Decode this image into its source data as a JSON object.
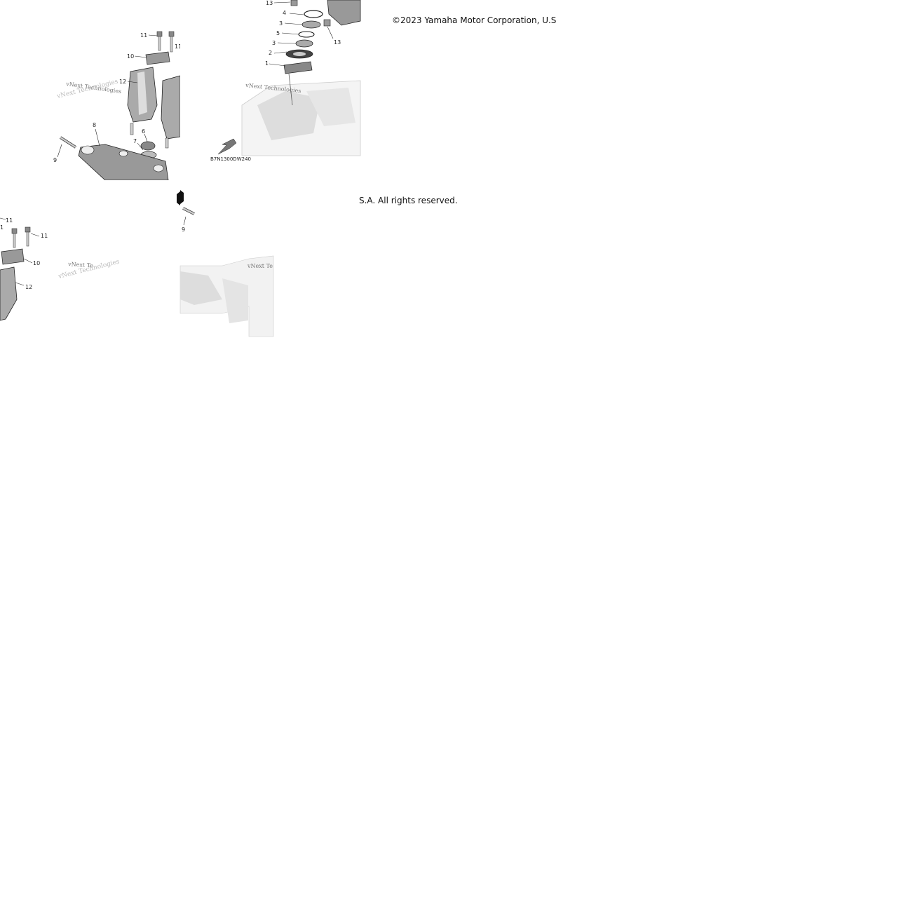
{
  "copyright": {
    "part1": "©2023 Yamaha Motor Corporation, U.S",
    "part2": "S.A. All rights reserved."
  },
  "diagram": {
    "drawing_code": "B7N1300DW240",
    "watermark": "vNext Technologies",
    "watermark_partial": "vNext Te",
    "callouts_left": [
      "11",
      "11",
      "10",
      "12",
      "8",
      "6",
      "7",
      "9"
    ],
    "callouts_right": [
      "13",
      "4",
      "3",
      "5",
      "3",
      "2",
      "1",
      "13"
    ],
    "callouts_bottom_left": [
      "11",
      "1",
      "11",
      "10",
      "12"
    ],
    "callouts_bottom_mid": [
      "9"
    ]
  }
}
